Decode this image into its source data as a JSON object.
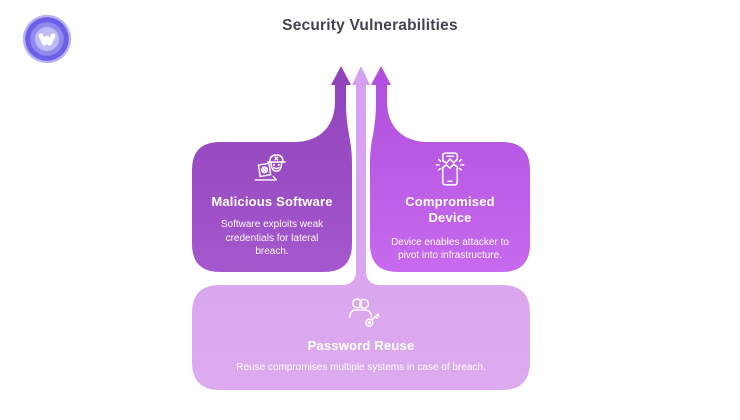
{
  "header": {
    "title": "Security Vulnerabilities",
    "title_color": "#41464e"
  },
  "logo": {
    "halo": "#b9b3f4",
    "outer": "#6d60e8",
    "ring": "#918aed",
    "inner": "#c0baf6",
    "glyph": "#ffffff"
  },
  "cards": {
    "malicious_software": {
      "title": "Malicious Software",
      "body": "Software exploits weak credentials for lateral breach.",
      "icon": "hacker-laptop-icon",
      "color_top": "#8f42ba",
      "color_bottom": "#a558cd"
    },
    "compromised_device": {
      "title": "Compromised Device",
      "body": "Device enables attacker to pivot into infrastructure.",
      "icon": "broken-phone-icon",
      "color_top": "#ae4edc",
      "color_bottom": "#c76aee"
    },
    "password_reuse": {
      "title": "Password Reuse",
      "body": "Reuse compromises multiple systems in case of breach.",
      "icon": "users-key-icon",
      "color_top": "#d6a0f2",
      "color_bottom": "#dcaaee"
    }
  },
  "text_color": "#ffffff",
  "background_color": "#ffffff"
}
